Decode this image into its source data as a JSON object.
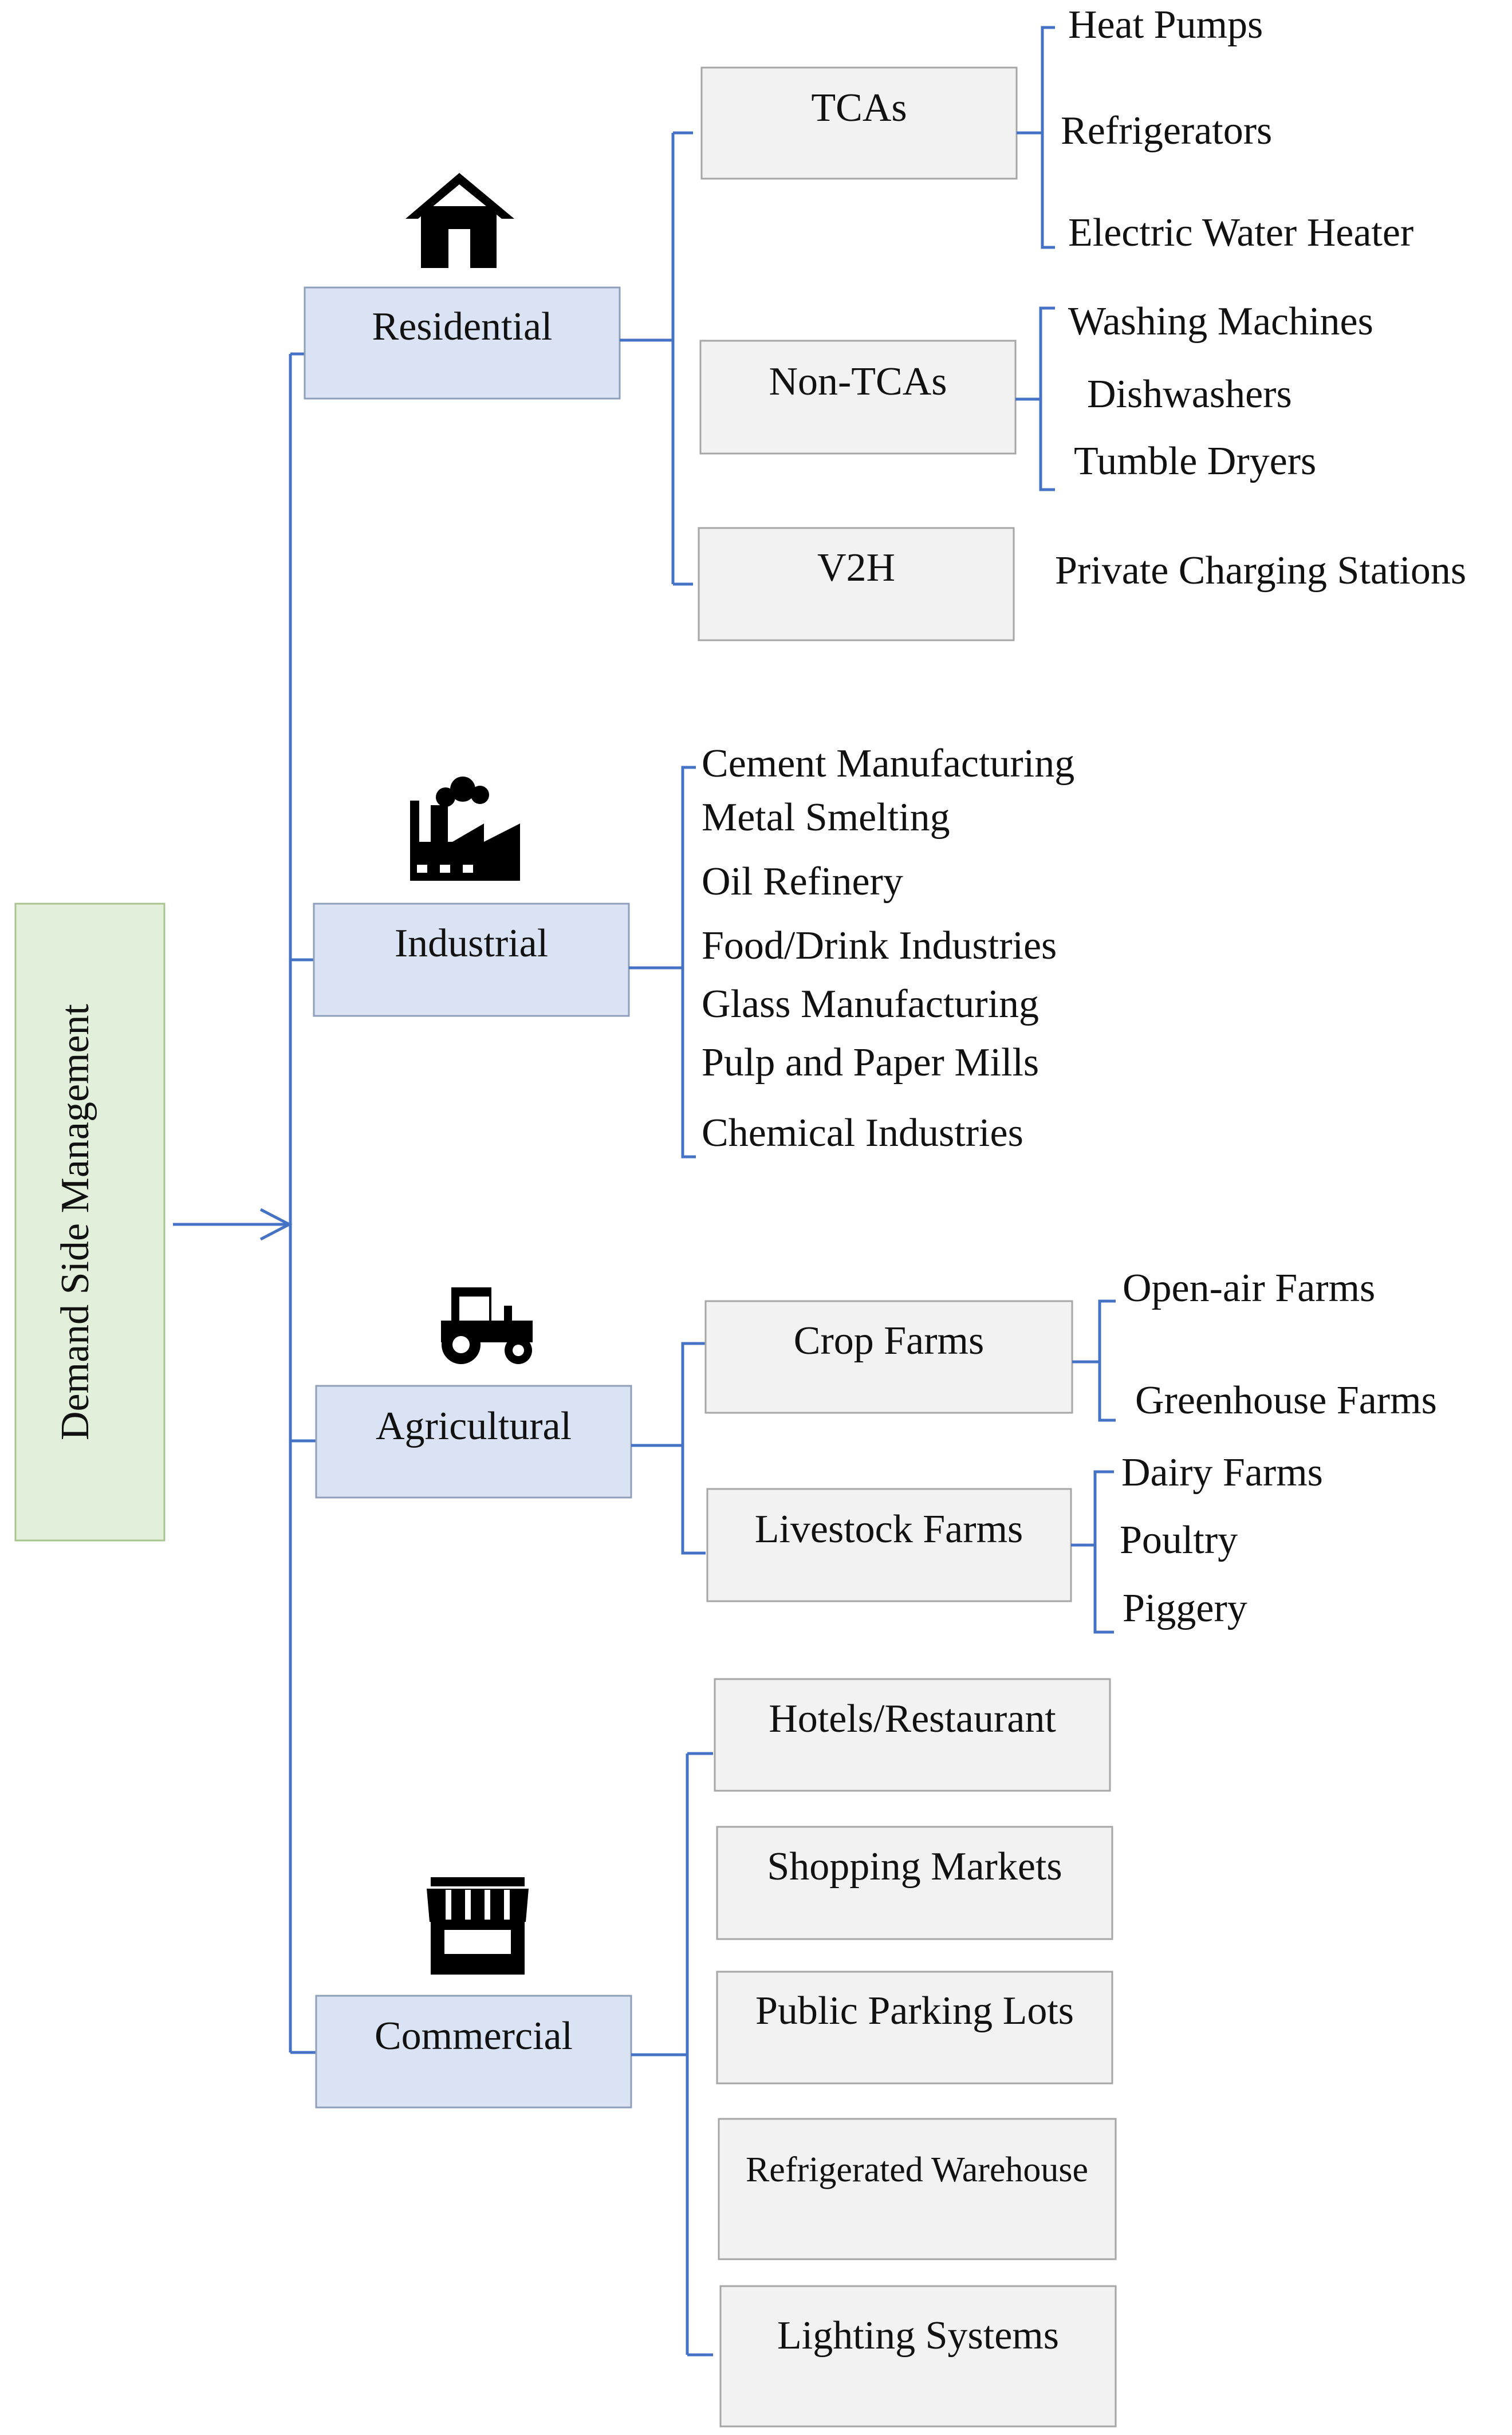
{
  "root": {
    "label": "Demand Side Management"
  },
  "sectors": {
    "residential": {
      "label": "Residential",
      "icon": "house-icon",
      "groups": [
        {
          "label": "TCAs",
          "items": [
            "Heat Pumps",
            "Refrigerators",
            "Electric Water Heater"
          ]
        },
        {
          "label": "Non-TCAs",
          "items": [
            "Washing Machines",
            "Dishwashers",
            "Tumble Dryers"
          ]
        },
        {
          "label": "V2H",
          "items": [
            "Private Charging Stations"
          ]
        }
      ]
    },
    "industrial": {
      "label": "Industrial",
      "icon": "factory-icon",
      "items": [
        "Cement Manufacturing",
        "Metal Smelting",
        "Oil Refinery",
        "Food/Drink Industries",
        "Glass Manufacturing",
        "Pulp and Paper Mills",
        "Chemical Industries"
      ]
    },
    "agricultural": {
      "label": "Agricultural",
      "icon": "tractor-icon",
      "groups": [
        {
          "label": "Crop Farms",
          "items": [
            "Open-air Farms",
            "Greenhouse Farms"
          ]
        },
        {
          "label": "Livestock Farms",
          "items": [
            "Dairy Farms",
            "Poultry",
            "Piggery"
          ]
        }
      ]
    },
    "commercial": {
      "label": "Commercial",
      "icon": "storefront-icon",
      "items": [
        "Hotels/Restaurant",
        "Shopping Markets",
        "Public Parking Lots",
        "Refrigerated Warehouse",
        "Lighting Systems"
      ]
    }
  },
  "colors": {
    "connector": "#4472c4",
    "root_fill": "#e2efda",
    "root_border": "#a9c48f",
    "sector_fill": "#dae3f3",
    "sector_border": "#8f9fb8",
    "leaf_fill": "#f2f2f2",
    "leaf_border": "#a6a6a6"
  }
}
